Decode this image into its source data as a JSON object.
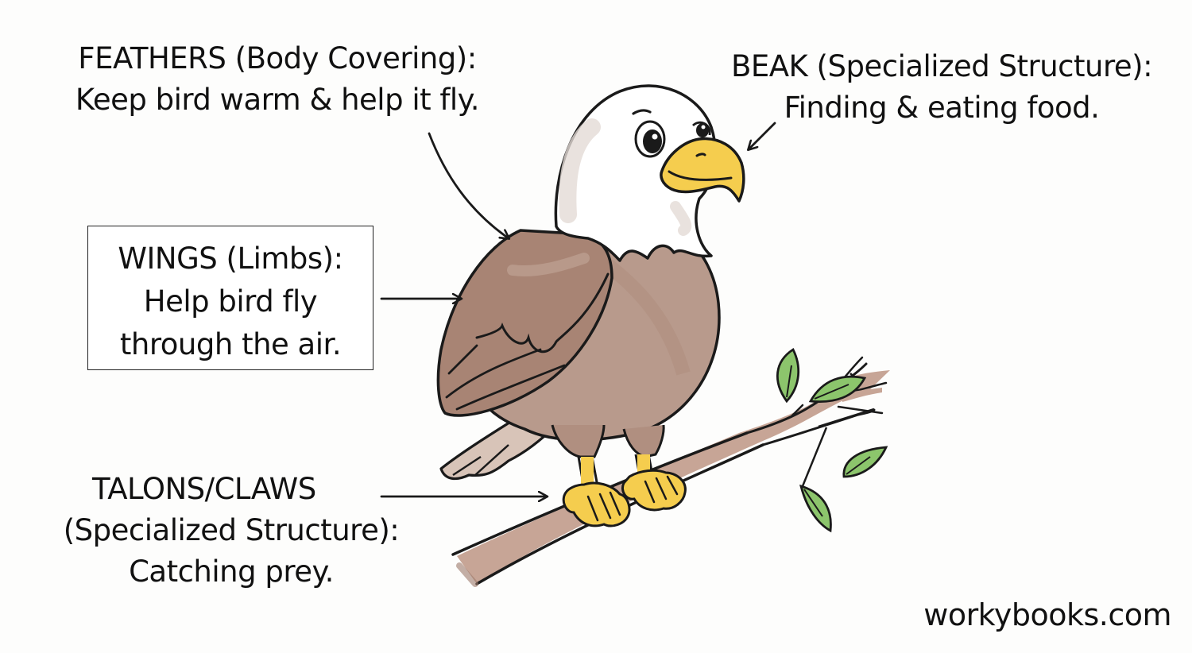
{
  "diagram": {
    "subject": "Bald eagle perched on a branch",
    "labels": {
      "feathers": {
        "title": "FEATHERS (Body Covering):",
        "description": "Keep bird warm & help it fly."
      },
      "beak": {
        "title": "BEAK (Specialized Structure):",
        "description": "Finding & eating food."
      },
      "wings": {
        "title": "WINGS (Limbs):",
        "description_line1": "Help bird fly",
        "description_line2": "through the air."
      },
      "talons": {
        "title": "TALONS/CLAWS",
        "subtitle": "(Specialized Structure):",
        "description": "Catching prey."
      }
    },
    "watermark": "workybooks.com",
    "colors": {
      "background": "#fdfdfc",
      "outline": "#1a1a1a",
      "feather_brown": "#b08f80",
      "feather_brown_dark": "#9c7a6a",
      "head_white": "#ffffff",
      "head_shadow": "#e4dbd6",
      "beak_yellow": "#f5cd4e",
      "branch_brown": "#b99585",
      "leaf_green": "#8cc56c"
    }
  }
}
